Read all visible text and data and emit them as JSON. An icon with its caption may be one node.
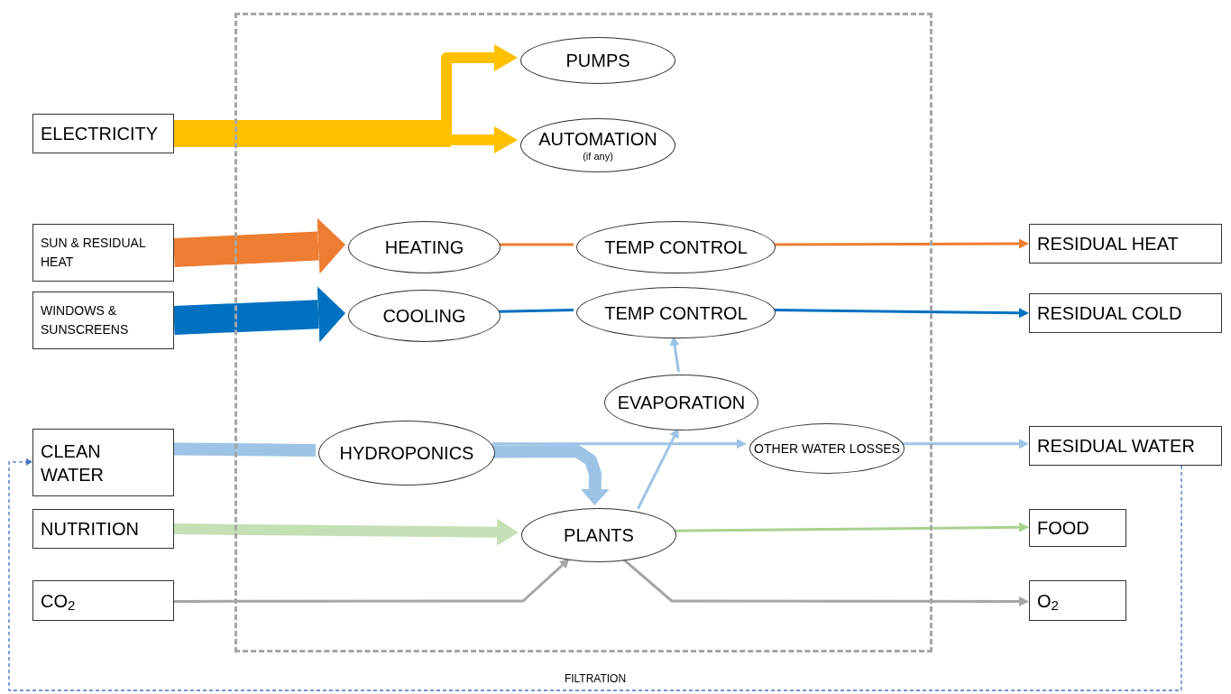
{
  "diagram": {
    "nodes": [
      {
        "text": [],
        "shape": "box"
      },
      {
        "text": [
          "ELECTRICITY"
        ]
      },
      {
        "text": [
          "SUN & RESIDUAL HEAT"
        ]
      },
      {
        "text": [
          "WINDOWS & SUNSCREENS"
        ]
      },
      {
        "text": [
          "CLEAN WATER"
        ]
      },
      {
        "text": [
          "NUTRITION"
        ]
      },
      {
        "text": [
          "CO$_{2}$"
        ]
      },
      {
        "text": [
          "PUMPS"
        ],
        "in": 0
      },
      {
        "text": [
          "AUTOMATION",
          "(if any)"
        ],
        "in": 0
      },
      {
        "text": [
          "HEATING"
        ],
        "in": 0
      },
      {
        "text": [
          "TEMP CONTROL"
        ],
        "in": 0
      },
      {
        "text": [
          "COOLING"
        ],
        "in": 0
      },
      {
        "text": [
          "TEMP CONTROL"
        ],
        "in": 0
      },
      {
        "text": [
          "EVAPORATION"
        ],
        "in": 0
      },
      {
        "text": [
          "HYDROPONICS"
        ],
        "in": 0
      },
      {
        "text": [
          "OTHER WATER LOSSES"
        ],
        "in": 0
      },
      {
        "text": [
          "PLANTS"
        ],
        "in": 0
      },
      {
        "text": [
          "RESIDUAL HEAT"
        ]
      },
      {
        "text": [
          "RESIDUAL COLD"
        ]
      },
      {
        "text": [
          "RESIDUAL WATER"
        ]
      },
      {
        "text": [
          "FOOD"
        ]
      },
      {
        "text": [
          "O$_{2}$"
        ]
      }
    ],
    "edges": [
      {
        "from": 1,
        "to": 7,
        "arrow": "to",
        "style": "thick",
        "color": "#ffc000"
      },
      {
        "from": 1,
        "to": 8,
        "arrow": "to",
        "style": "thick",
        "color": "#ffc000"
      },
      {
        "from": 2,
        "to": 9,
        "arrow": "to",
        "style": "thick",
        "color": "#ed7d31"
      },
      {
        "from": 9,
        "to": 10,
        "arrow": "none",
        "color": "#ed7d31"
      },
      {
        "from": 10,
        "to": 17,
        "arrow": "to",
        "color": "#ed7d31"
      },
      {
        "from": 3,
        "to": 11,
        "arrow": "to",
        "style": "thick",
        "color": "#0070c0"
      },
      {
        "from": 11,
        "to": 12,
        "arrow": "none",
        "color": "#0070c0"
      },
      {
        "from": 12,
        "to": 18,
        "arrow": "to",
        "color": "#0070c0"
      },
      {
        "from": 4,
        "to": 14,
        "arrow": "none",
        "style": "thick"
      },
      {
        "from": 14,
        "to": 16,
        "arrow": "to",
        "style": "thick"
      },
      {
        "from": 14,
        "to": 15,
        "arrow": "to"
      },
      {
        "from": 16,
        "to": 13,
        "arrow": "to"
      },
      {
        "from": 13,
        "to": 12,
        "arrow": "to"
      },
      {
        "from": 15,
        "to": 19,
        "arrow": "to"
      },
      {
        "from": 5,
        "to": 16,
        "arrow": "to",
        "style": "thick",
        "color": "#c5e0b4"
      },
      {
        "from": 16,
        "to": 20,
        "arrow": "to",
        "color": "#a9d18e"
      },
      {
        "from": 6,
        "to": 16,
        "arrow": "to",
        "color": "#a6a6a6"
      },
      {
        "from": 16,
        "to": 21,
        "arrow": "to",
        "color": "#a6a6a6"
      },
      {
        "from": 19,
        "to": 4,
        "arrow": "to",
        "label": "FILTRATION",
        "style": "dashed",
        "color": "#4472c4"
      }
    ]
  }
}
